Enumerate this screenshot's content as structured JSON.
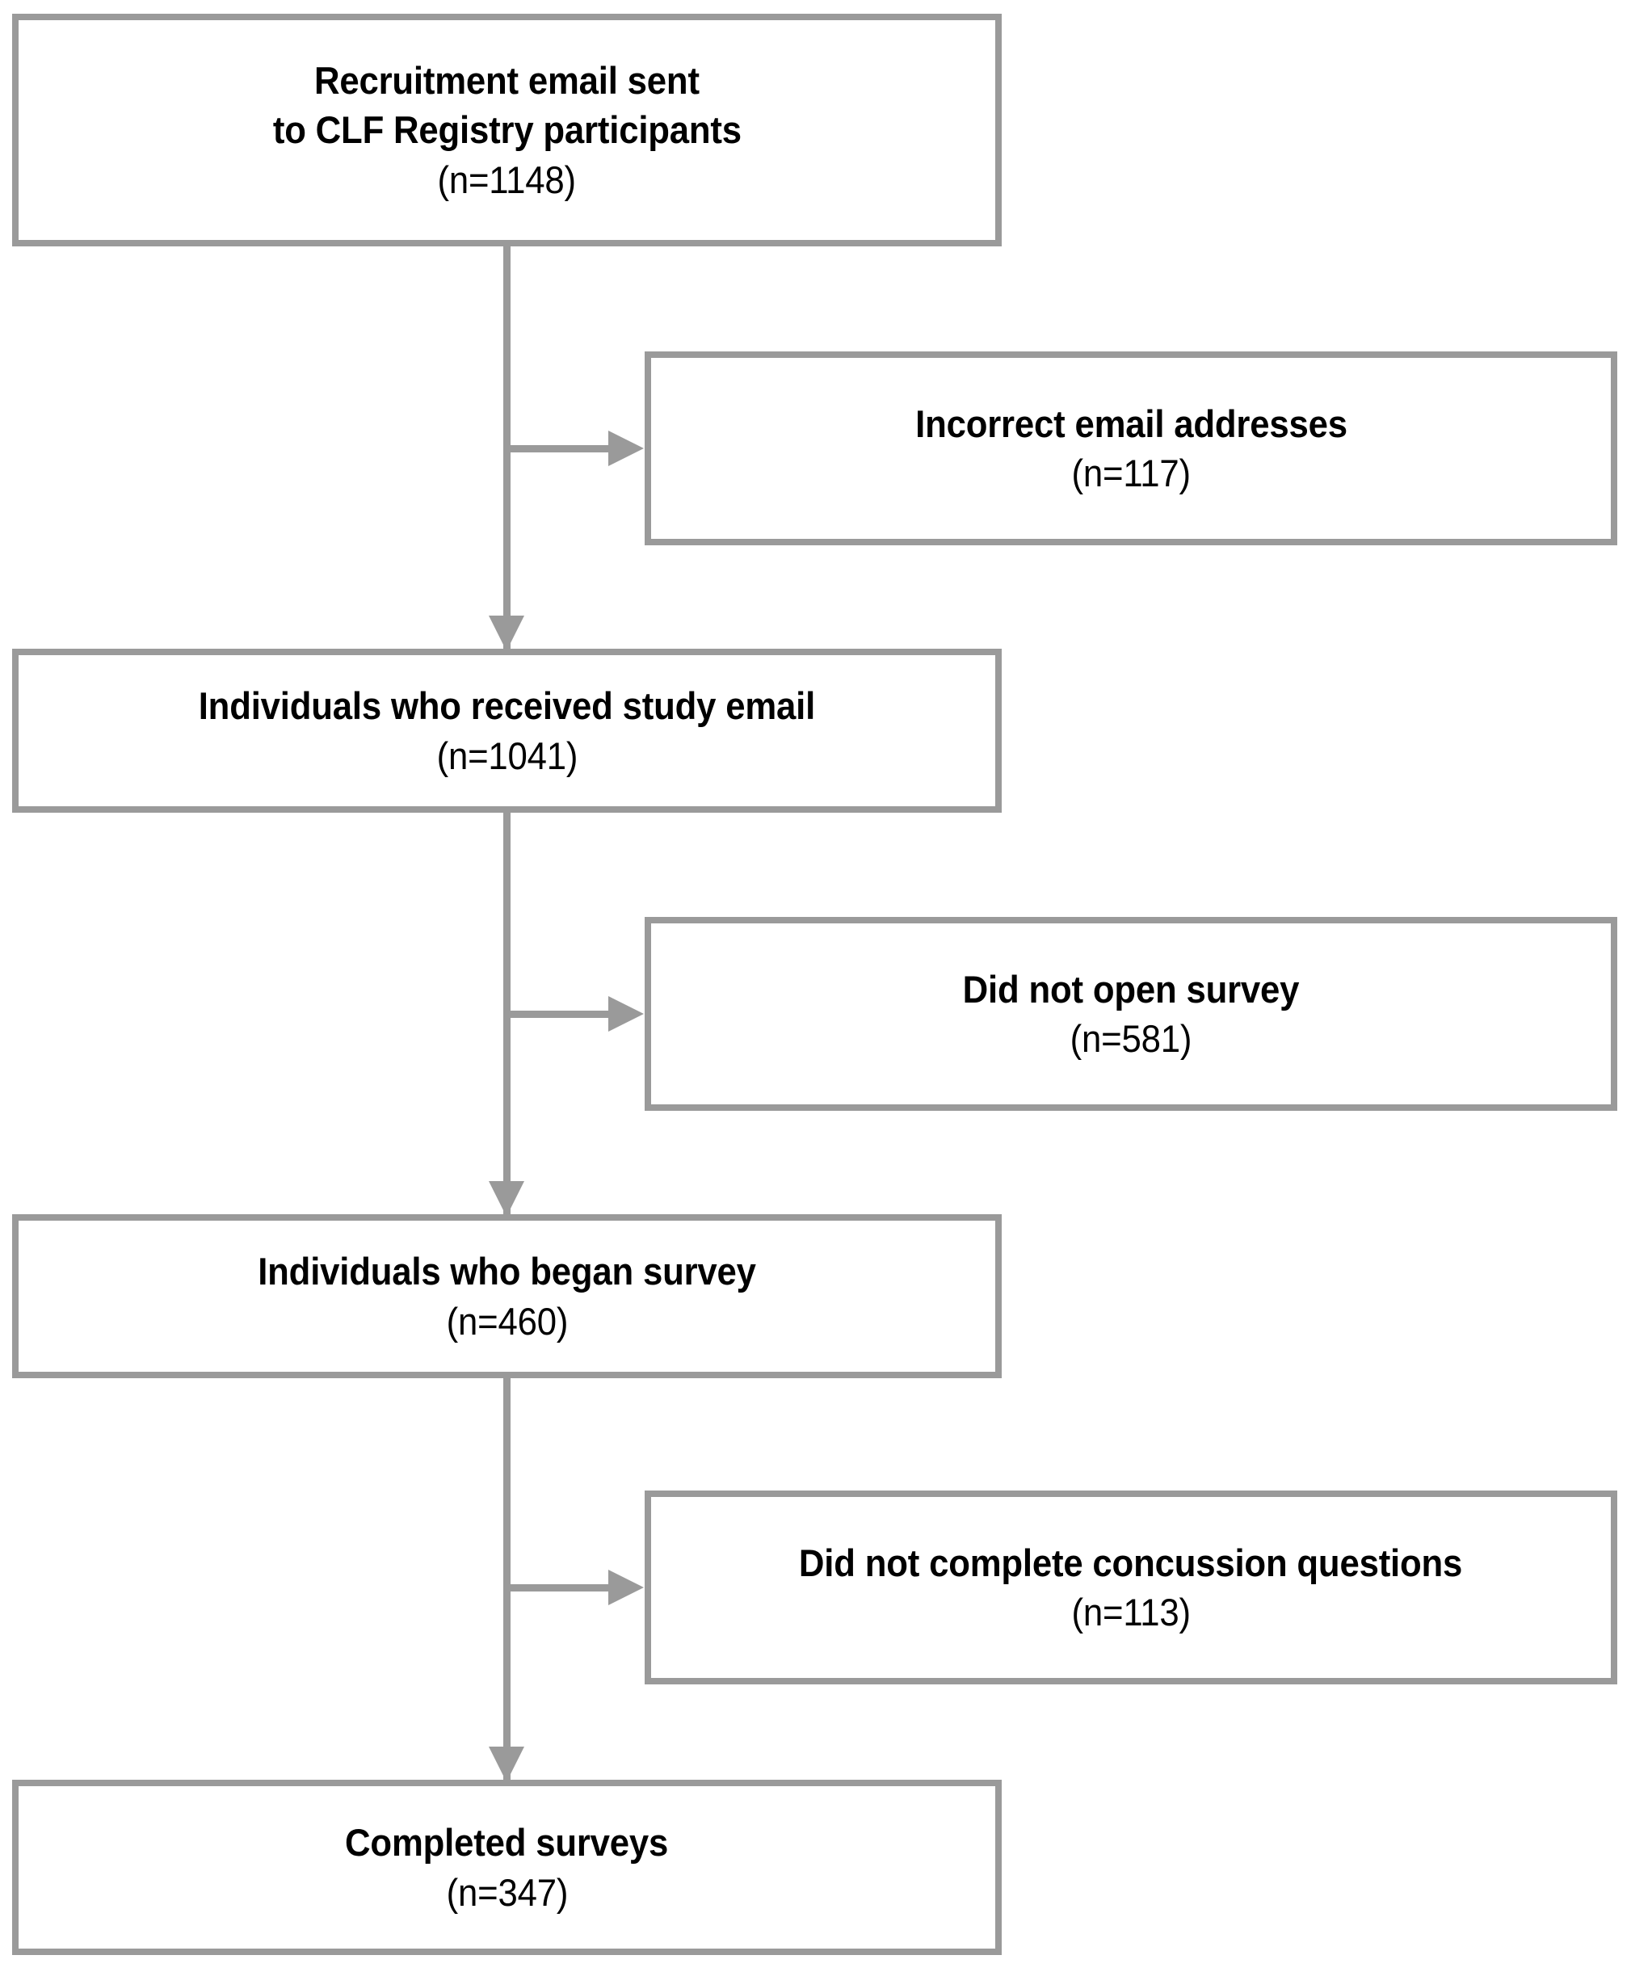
{
  "figure": {
    "type": "flowchart",
    "orientation": "vertical",
    "colors": {
      "box_border": "#9a9a9a",
      "box_fill": "#ffffff",
      "connector": "#9a9a9a",
      "text": "#000000"
    }
  },
  "nodes": {
    "recruitment": {
      "id": "recruitment-email-sent",
      "label_line1": "Recruitment email sent",
      "label_line2": "to CLF Registry participants",
      "count": "(n=1148)",
      "n": 1148,
      "column": "main"
    },
    "incorrect_email": {
      "id": "incorrect-email-addresses",
      "label_line1": "Incorrect email addresses",
      "count": "(n=117)",
      "n": 117,
      "column": "branch"
    },
    "received": {
      "id": "individuals-received-study-email",
      "label_line1": "Individuals who received study email",
      "count": "(n=1041)",
      "n": 1041,
      "column": "main"
    },
    "not_open": {
      "id": "did-not-open-survey",
      "label_line1": "Did not open survey",
      "count": "(n=581)",
      "n": 581,
      "column": "branch"
    },
    "began": {
      "id": "individuals-began-survey",
      "label_line1": "Individuals who began survey",
      "count": "(n=460)",
      "n": 460,
      "column": "main"
    },
    "not_complete": {
      "id": "did-not-complete-concussion-questions",
      "label_line1": "Did not complete concussion questions",
      "count": "(n=113)",
      "n": 113,
      "column": "branch"
    },
    "completed": {
      "id": "completed-surveys",
      "label_line1": "Completed surveys",
      "count": "(n=347)",
      "n": 347,
      "column": "main"
    }
  },
  "connectors": [
    {
      "id": "recruitment-to-received",
      "from": "recruitment",
      "to": "received",
      "direction": "down",
      "arrow": "arrow-down-icon"
    },
    {
      "id": "recruitment-to-incorrect",
      "from": "recruitment",
      "to": "incorrect_email",
      "direction": "right",
      "arrow": "arrow-right-icon"
    },
    {
      "id": "received-to-began",
      "from": "received",
      "to": "began",
      "direction": "down",
      "arrow": "arrow-down-icon"
    },
    {
      "id": "received-to-not-open",
      "from": "received",
      "to": "not_open",
      "direction": "right",
      "arrow": "arrow-right-icon"
    },
    {
      "id": "began-to-completed",
      "from": "began",
      "to": "completed",
      "direction": "down",
      "arrow": "arrow-down-icon"
    },
    {
      "id": "began-to-not-complete",
      "from": "began",
      "to": "not_complete",
      "direction": "right",
      "arrow": "arrow-right-icon"
    }
  ]
}
